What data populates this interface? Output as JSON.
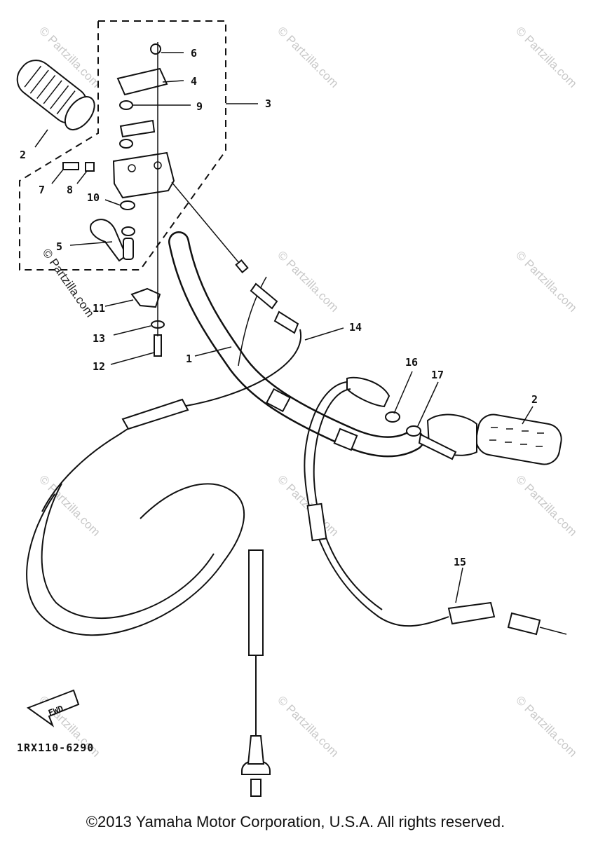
{
  "watermark": "© Partzilla.com",
  "diagram_code": "1RX110-6290",
  "fwd_label": "FWD",
  "copyright": "©2013 Yamaha Motor Corporation, U.S.A. All rights reserved.",
  "callouts": {
    "c1": "1",
    "c2a": "2",
    "c2b": "2",
    "c3": "3",
    "c4": "4",
    "c5": "5",
    "c6": "6",
    "c7": "7",
    "c8": "8",
    "c9a": "9",
    "c10": "10",
    "c11": "11",
    "c12": "12",
    "c13": "13",
    "c14": "14",
    "c15": "15",
    "c16": "16",
    "c17": "17"
  }
}
